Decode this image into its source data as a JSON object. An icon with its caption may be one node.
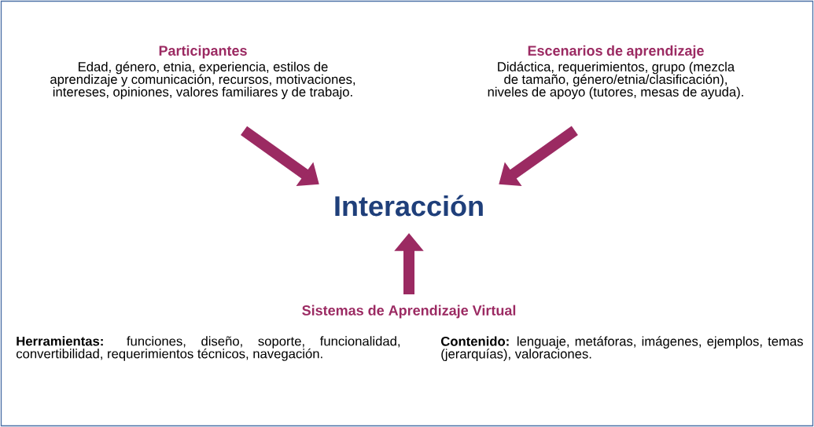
{
  "diagram": {
    "nodes": [
      {
        "text": [
          "Participantes",
          "Edad, género, etnia, experiencia, estilos de aprendizaje y comunicación, recursos, motivaciones, intereses, opiniones, valores familiares y de trabajo."
        ]
      },
      {
        "text": [
          "Escenarios de aprendizaje",
          "Didáctica, requerimientos, grupo (mezcla de tamaño, género/etnia/clasificación), niveles de apoyo (tutores, mesas de ayuda)."
        ]
      },
      {
        "text": [
          "Interacción"
        ]
      },
      {
        "text": [
          "Sistemas de Aprendizaje Virtual"
        ]
      }
    ],
    "edges": [
      {
        "from": 0,
        "to": 2,
        "arrow": "to"
      },
      {
        "from": 1,
        "to": 2,
        "arrow": "to"
      },
      {
        "from": 3,
        "to": 2,
        "arrow": "to"
      }
    ],
    "labels": [
      "**Herramientas:** funciones, diseño, soporte, funcionalidad, convertibilidad, requerimientos técnicos, navegación.",
      "**Contenido:** lenguaje, metáforas, imágenes, ejemplos, temas (jerarquías), valoraciones."
    ]
  }
}
